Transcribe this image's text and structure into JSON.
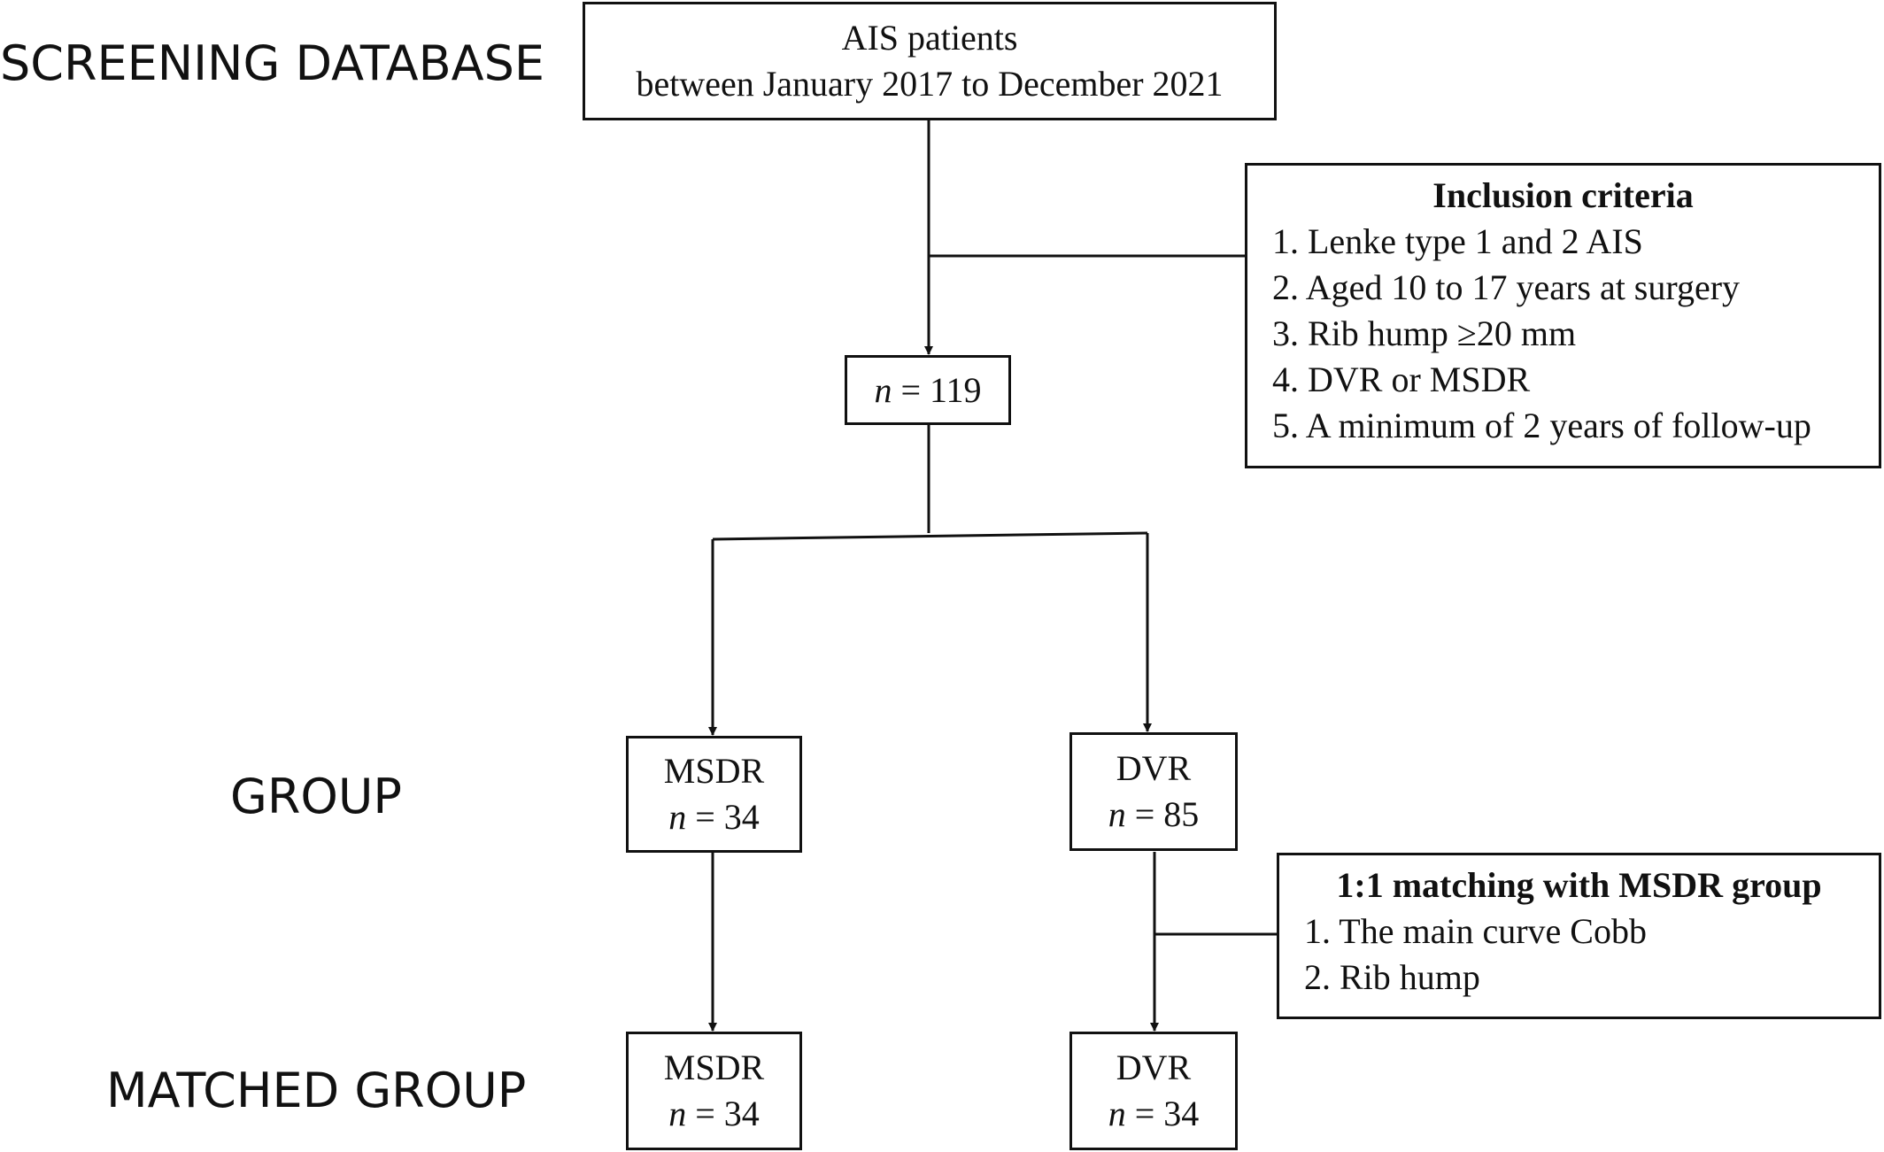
{
  "stages": {
    "screening": "SCREENING DATABASE",
    "group": "GROUP",
    "matched": "MATCHED GROUP"
  },
  "source_box": {
    "line1": "AIS patients",
    "line2": "between January 2017 to December 2021"
  },
  "total": {
    "n_label": "n",
    "eq": " = ",
    "value": "119"
  },
  "inclusion": {
    "title": "Inclusion criteria",
    "items": [
      "1. Lenke type 1 and 2 AIS",
      "2. Aged 10 to 17 years at surgery",
      "3. Rib hump ≥20 mm",
      "4. DVR or MSDR",
      "5. A minimum of 2 years of follow-up"
    ]
  },
  "group": {
    "msdr": {
      "name": "MSDR",
      "n_label": "n",
      "eq": " = ",
      "value": "34"
    },
    "dvr": {
      "name": "DVR",
      "n_label": "n",
      "eq": " = ",
      "value": "85"
    }
  },
  "matching": {
    "title": "1:1 matching with MSDR group",
    "items": [
      "1. The main curve Cobb",
      "2. Rib hump"
    ]
  },
  "matched": {
    "msdr": {
      "name": "MSDR",
      "n_label": "n",
      "eq": " = ",
      "value": "34"
    },
    "dvr": {
      "name": "DVR",
      "n_label": "n",
      "eq": " = ",
      "value": "34"
    }
  },
  "colors": {
    "line": "#111111",
    "text": "#111111",
    "background": "#ffffff"
  }
}
